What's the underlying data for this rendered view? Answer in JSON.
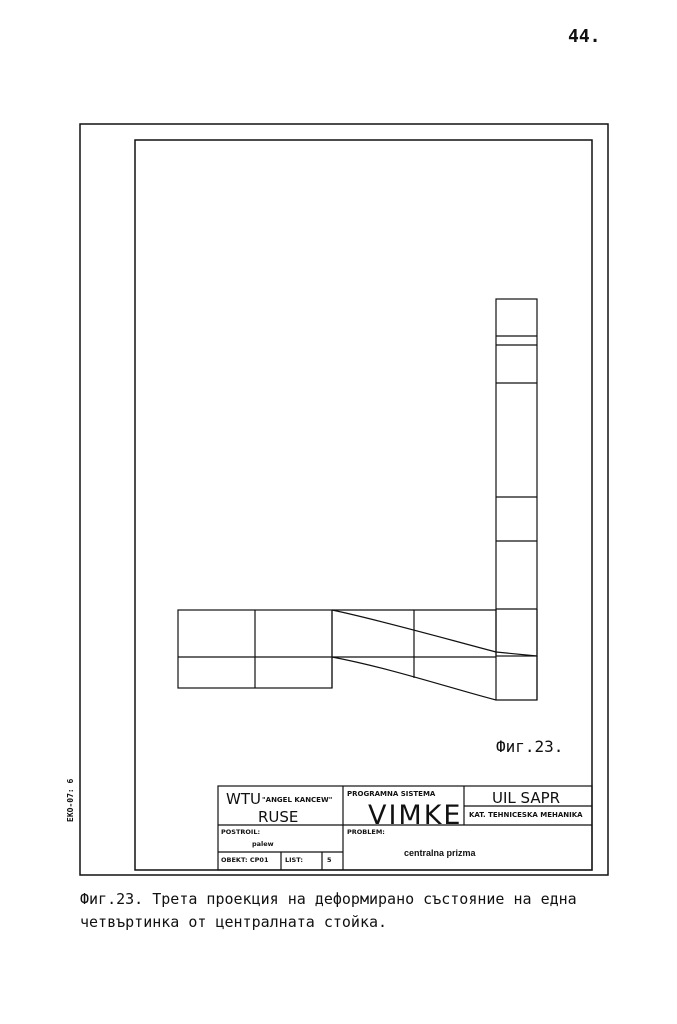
{
  "page": {
    "number": "44."
  },
  "figure": {
    "label": "Фиг.23.",
    "side_code": "ЕКО-07: 6"
  },
  "title_block": {
    "university": "WTU",
    "university_sub": "\"ANGEL KANCEW\"",
    "city": "RUSE",
    "program_label": "PROGRAMNA SISTEMA",
    "program_name": "VIMKE",
    "dept_line1": "UIL  SAPR",
    "dept_line2": "KAT. TEHNICESKA MEHANIKA",
    "built_label": "POSTROIL:",
    "built_value": "palew",
    "object_label": "OBEKT: CP01",
    "object_value": "",
    "sheet_label": "LIST:",
    "sheet_value": "5",
    "problem_label": "PROBLEM:",
    "problem_value": "centralna prizma"
  },
  "caption": {
    "line1": "Фиг.23. Трета проекция на деформирано състояние на една",
    "line2": "четвъртинка от централната стойка."
  }
}
